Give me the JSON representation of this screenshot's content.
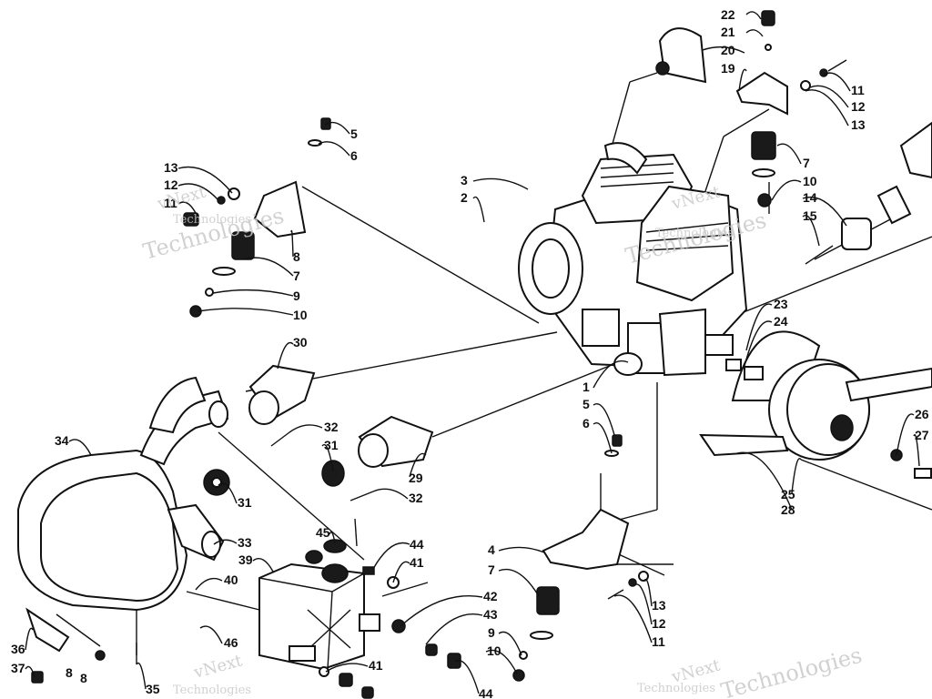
{
  "watermark": {
    "line1": "vNext",
    "line2": "Technologies"
  },
  "callouts": [
    "1",
    "2",
    "3",
    "4",
    "5",
    "6",
    "7",
    "8",
    "9",
    "10",
    "11",
    "12",
    "13",
    "14",
    "15",
    "19",
    "20",
    "21",
    "22",
    "23",
    "24",
    "25",
    "26",
    "27",
    "28",
    "29",
    "30",
    "31",
    "32",
    "33",
    "34",
    "35",
    "36",
    "37",
    "39",
    "40",
    "41",
    "42",
    "43",
    "44",
    "45",
    "46"
  ],
  "drawn_letters": [
    "8",
    "8"
  ]
}
